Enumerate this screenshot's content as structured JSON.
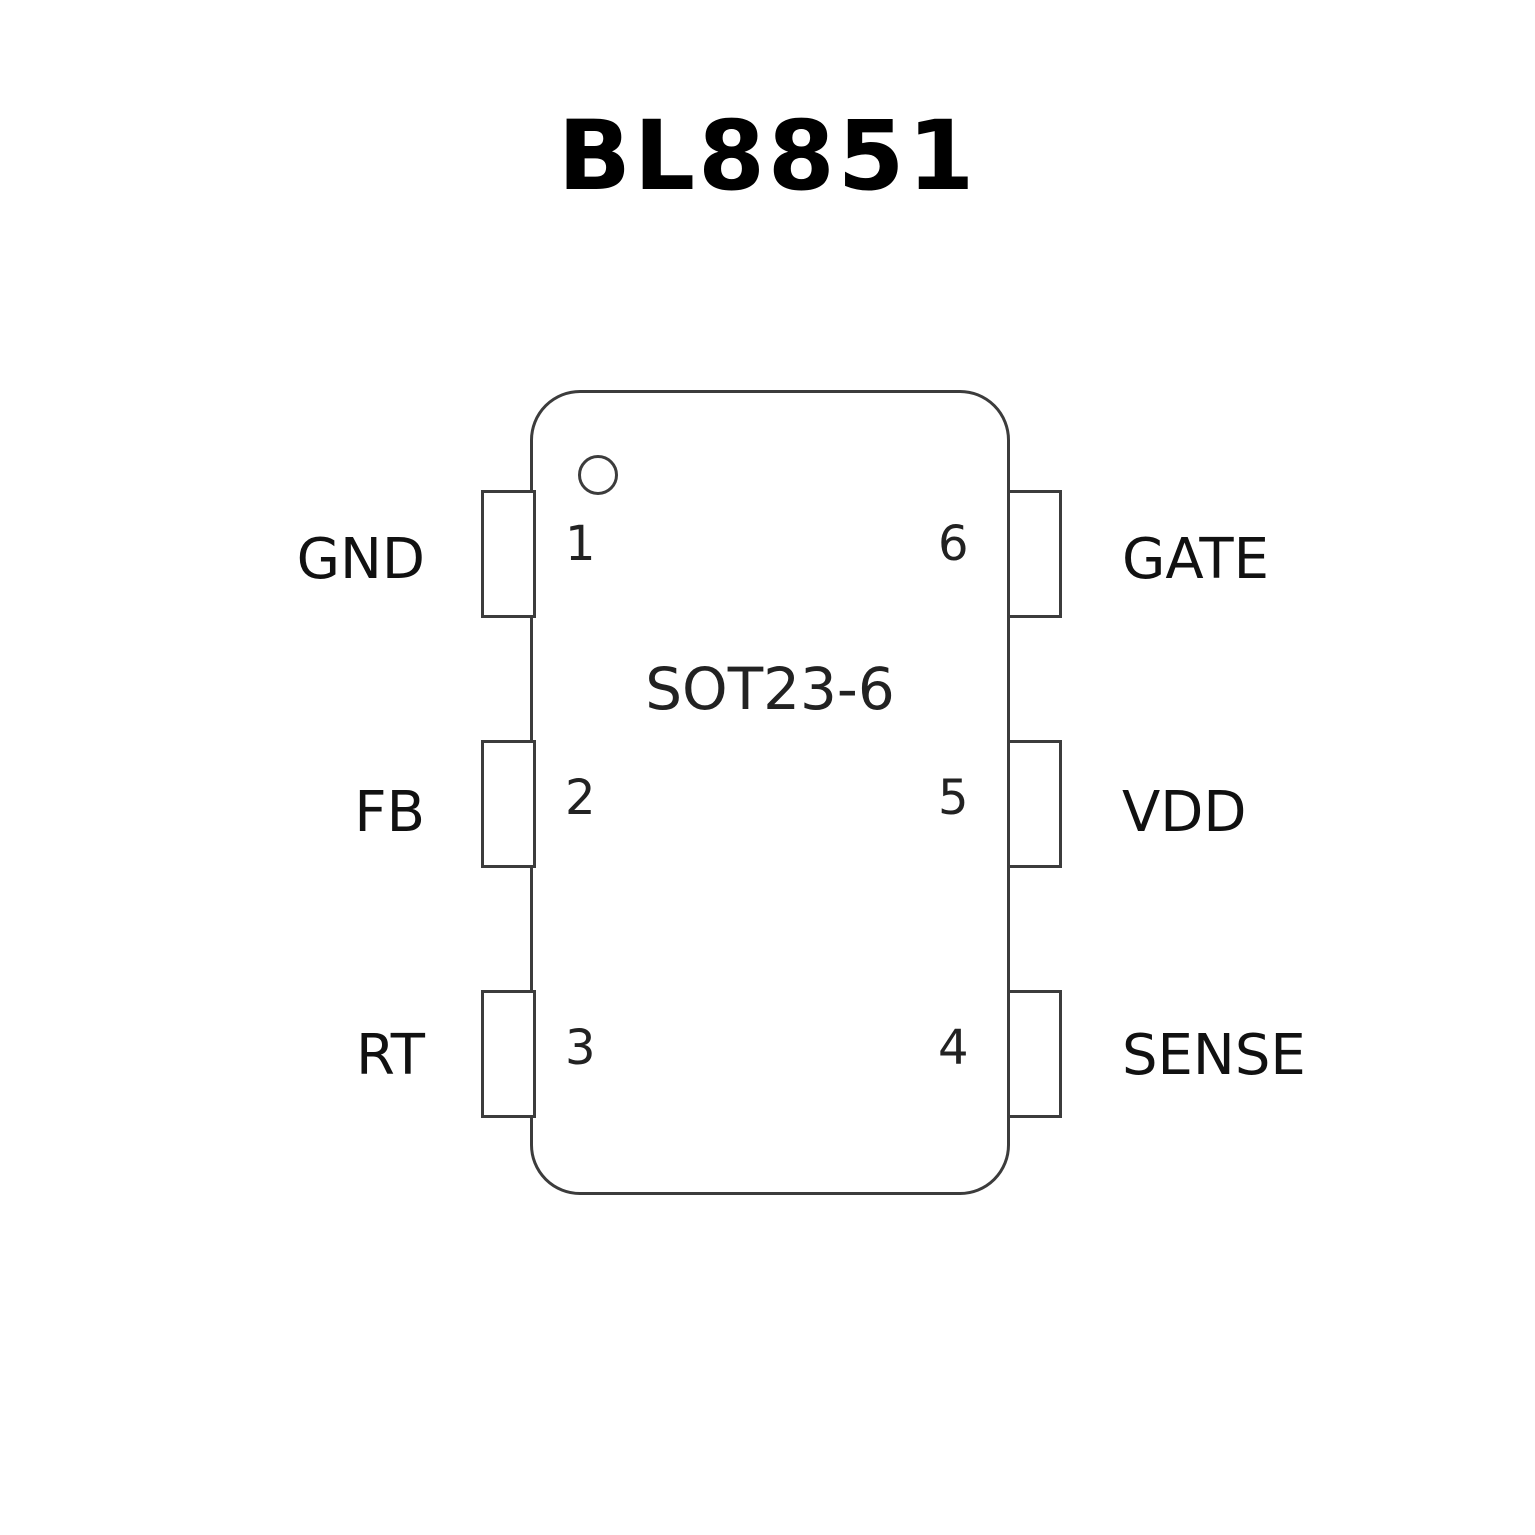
{
  "title": "BL8851",
  "package": {
    "label": "SOT23-6"
  },
  "colors": {
    "line": "#3c3c3c",
    "text": "#111111",
    "background": "#ffffff"
  },
  "pins": [
    {
      "number": "1",
      "name": "GND",
      "side": "left"
    },
    {
      "number": "2",
      "name": "FB",
      "side": "left"
    },
    {
      "number": "3",
      "name": "RT",
      "side": "left"
    },
    {
      "number": "4",
      "name": "SENSE",
      "side": "right"
    },
    {
      "number": "5",
      "name": "VDD",
      "side": "right"
    },
    {
      "number": "6",
      "name": "GATE",
      "side": "right"
    }
  ]
}
